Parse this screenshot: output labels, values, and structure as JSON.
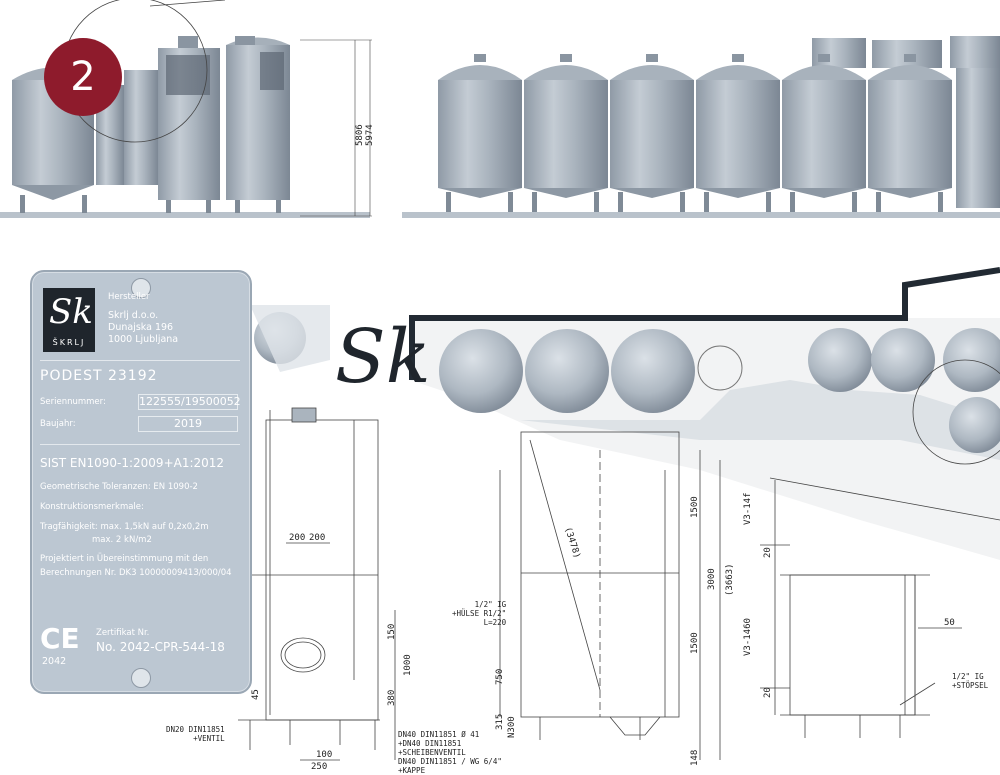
{
  "badge": {
    "number": "2",
    "color": "#8e1b2c"
  },
  "elevation": {
    "dim_a": "5806",
    "dim_b": "5974"
  },
  "brand": {
    "monogram": "Sk",
    "wordmark": "ŠKRLJ"
  },
  "plate": {
    "hersteller_label": "Hersteller",
    "company": "Skrlj d.o.o.",
    "street": "Dunajska 196",
    "city": "1000 Ljubljana",
    "product": "PODEST 23192",
    "serial_label": "Seriennummer:",
    "serial_value": "122555/19500052",
    "year_label": "Baujahr:",
    "year_value": "2019",
    "standard": "SIST EN1090-1:2009+A1:2012",
    "tolerance": "Geometrische Toleranzen: EN 1090-2",
    "features": "Konstruktionsmerkmale:",
    "load_1": "Tragfähigkeit: max. 1,5kN auf 0,2x0,2m",
    "load_2": "max. 2 kN/m2",
    "project_1": "Projektiert in Übereinstimmung mit den",
    "project_2": "Berechnungen Nr. DK3 1000000941З/000/04",
    "ce_mark": "CE",
    "ce_number": "2042",
    "cert_label": "Zertifikat Nr.",
    "cert_value": "No. 2042-CPR-544-18"
  },
  "drawing": {
    "d_200a": "200",
    "d_200b": "200",
    "d_150": "150",
    "d_1000": "1000",
    "d_380": "380",
    "d_100": "100",
    "d_250": "250",
    "d_45": "45",
    "note_dn20": "DN20 DIN11851\n+VENTIL",
    "note_dn40": "DN40 DIN11851 Ø 41\n+DN40 DIN11851\n+SCHEIBENVENTIL\nDN40 DIN11851 / WG 6/4\"\n+KAPPE",
    "d_3478": "(3478)",
    "note_hulse": "1/2\" IG\n+HÜLSE R1/2\"\nL=220",
    "d_750": "750",
    "d_315": "315",
    "d_n300": "N300",
    "d_1500a": "1500",
    "d_3000": "3000",
    "d_3663": "(3663)",
    "d_1500b": "1500",
    "d_148": "148",
    "d_v3_14": "V3-14f",
    "d_20a": "20",
    "d_v3_1460": "V3-1460",
    "d_20b": "20",
    "d_50": "50",
    "note_stopsel": "1/2\" IG\n+STÖPSEL"
  }
}
